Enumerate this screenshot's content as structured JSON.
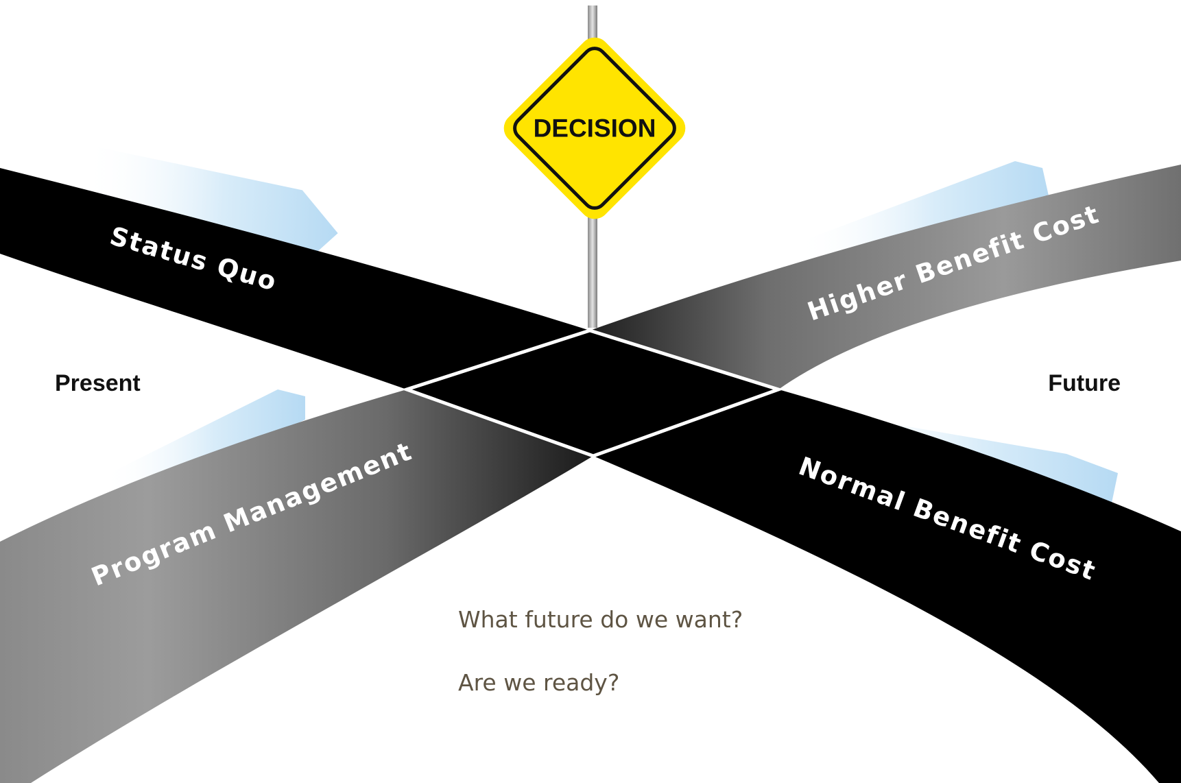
{
  "sign": {
    "text": "DECISION",
    "color": "#ffe400"
  },
  "roads": {
    "status_quo": "Status Quo",
    "higher_benefit_cost": "Higher Benefit Cost",
    "program_management": "Program Management",
    "normal_benefit_cost": "Normal Benefit Cost"
  },
  "labels": {
    "present": "Present",
    "future": "Future"
  },
  "questions": {
    "q1": "What future do we want?",
    "q2": "Are we ready?"
  },
  "colors": {
    "road_black": "#000000",
    "road_grey": "#8a8a8a",
    "arrow_blue": "#cfe7f8",
    "question_text": "#5e5443"
  }
}
